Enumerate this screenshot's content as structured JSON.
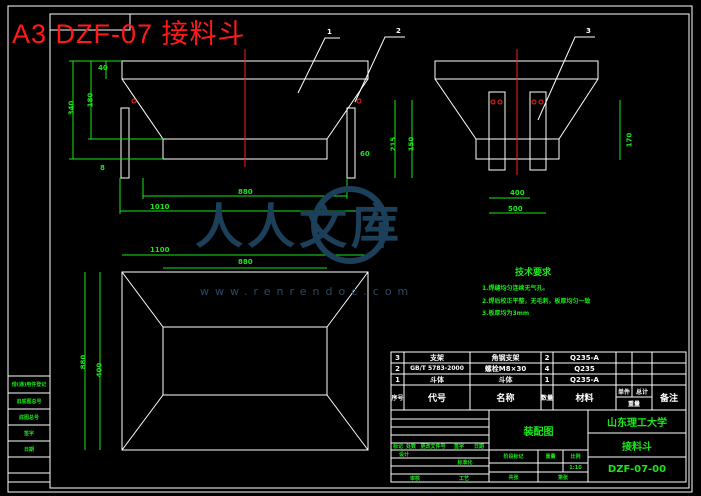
{
  "title": "A3 DZF-07 接料斗",
  "watermark": {
    "text": "人人文库",
    "url": "www.renrendoc.com"
  },
  "balloons": [
    "1",
    "2",
    "3"
  ],
  "dimensions": {
    "overall_height": "340",
    "upper_height": "180",
    "top_thickness": "40",
    "bottom_width": "880",
    "overall_width": "1010",
    "top_width": "1100",
    "depth": "880",
    "leg_height": "215",
    "leg_offset": "60",
    "side_height": "170",
    "side_width": "400",
    "side_total": "500",
    "plate": "8",
    "small": "150"
  },
  "tech": {
    "title": "技术要求",
    "items": [
      "1.焊缝均匀连续无气孔。",
      "2.焊后校正平整，无毛刺，板厚均匀一致",
      "3.板厚均为3mm"
    ]
  },
  "bom": [
    {
      "no": "3",
      "code": "支架",
      "name": "角钢支架",
      "qty": "2",
      "material": "Q235-A"
    },
    {
      "no": "2",
      "code": "GB/T 5783-2000",
      "name": "螺栓M8×30",
      "qty": "4",
      "material": "Q235"
    },
    {
      "no": "1",
      "code": "斗体",
      "name": "斗体",
      "qty": "1",
      "material": "Q235-A"
    }
  ],
  "bom_header": {
    "no": "序号",
    "code": "代号",
    "name": "名称",
    "qty": "数量",
    "material": "材料",
    "single": "单件",
    "total": "总计",
    "weight": "重量",
    "remark": "备注"
  },
  "titleblock": {
    "drawing_type": "装配图",
    "school": "山东理工大学",
    "part": "接料斗",
    "number": "DZF-07-00",
    "labels": [
      "标记",
      "处数",
      "更改文件号",
      "签字",
      "日期",
      "设计",
      "标准化",
      "阶段标记",
      "重量",
      "比例",
      "审核",
      "工艺",
      "批准",
      "共张",
      "第张"
    ],
    "scale": "1:10"
  },
  "side_strip": [
    "借(通)用件登记",
    "旧底图总号",
    "底图总号",
    "签字",
    "日期"
  ]
}
